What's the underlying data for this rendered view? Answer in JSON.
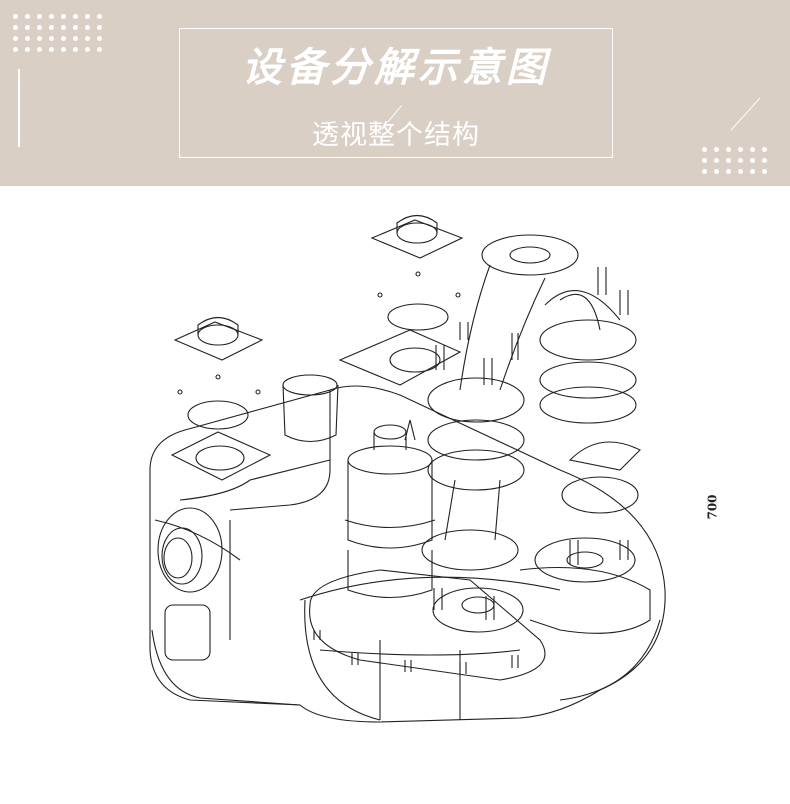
{
  "banner": {
    "title": "设备分解示意图",
    "subtitle": "透视整个结构",
    "background_color": "#D9CFC5",
    "text_color": "#FFFFFF"
  },
  "diagram": {
    "description": "Exploded isometric line drawing of a sewage lifting station with two submersible pumps, flanges, discharge pipes, inspection covers and bolts",
    "dimension_label": "700",
    "line_color": "#222222"
  }
}
